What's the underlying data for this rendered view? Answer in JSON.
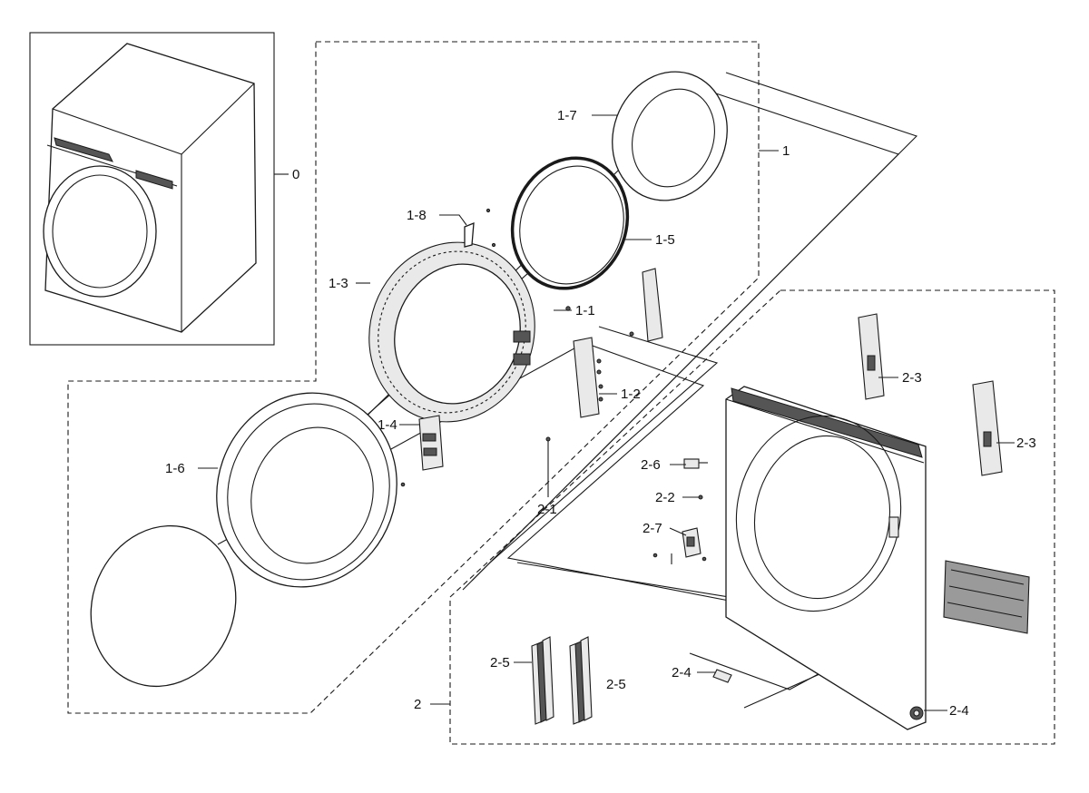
{
  "callouts": {
    "c0": "0",
    "c1": "1",
    "c1_1": "1-1",
    "c1_2": "1-2",
    "c1_3": "1-3",
    "c1_4": "1-4",
    "c1_5": "1-5",
    "c1_6": "1-6",
    "c1_7": "1-7",
    "c1_8": "1-8",
    "c2": "2",
    "c2_1": "2-1",
    "c2_2": "2-2",
    "c2_3a": "2-3",
    "c2_3b": "2-3",
    "c2_4a": "2-4",
    "c2_4b": "2-4",
    "c2_5a": "2-5",
    "c2_5b": "2-5",
    "c2_6": "2-6",
    "c2_7": "2-7"
  }
}
